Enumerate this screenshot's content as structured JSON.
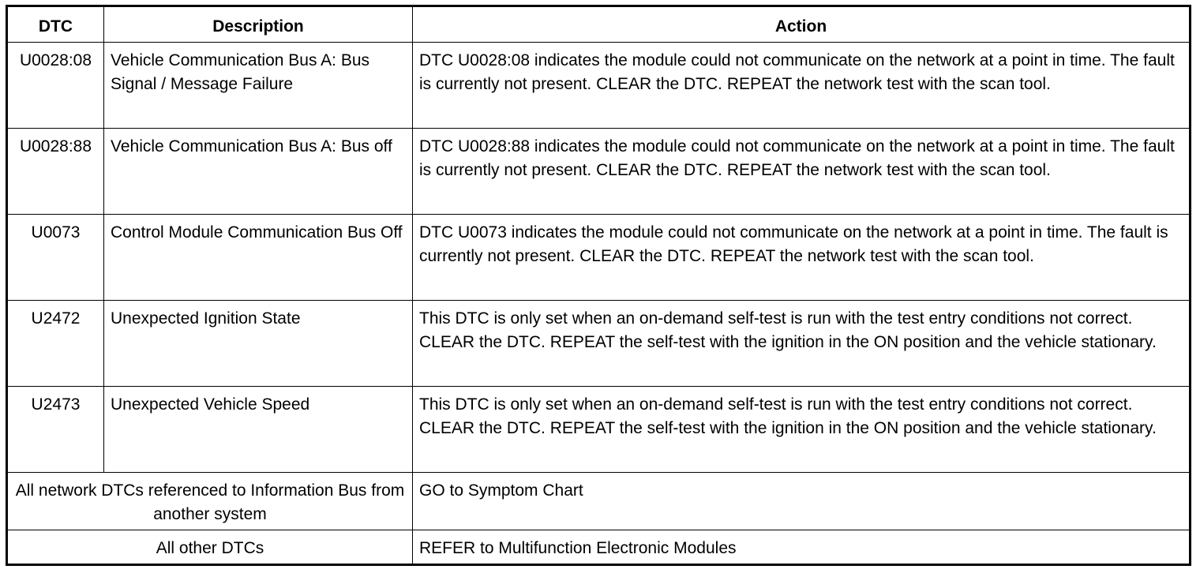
{
  "table": {
    "headers": {
      "dtc": "DTC",
      "description": "Description",
      "action": "Action"
    },
    "rows": [
      {
        "dtc": "U0028:08",
        "description": "Vehicle Communication Bus A: Bus Signal / Message Failure",
        "action": "DTC U0028:08 indicates the module could not communicate on the network at a point in time. The fault is currently not present. CLEAR the DTC. REPEAT the network test with the scan tool."
      },
      {
        "dtc": "U0028:88",
        "description": "Vehicle Communication Bus A: Bus off",
        "action": "DTC U0028:88 indicates the module could not communicate on the network at a point in time. The fault is currently not present. CLEAR the DTC. REPEAT the network test with the scan tool."
      },
      {
        "dtc": "U0073",
        "description": "Control Module Communication Bus Off",
        "action": "DTC U0073 indicates the module could not communicate on the network at a point in time. The fault is currently not present. CLEAR the DTC. REPEAT the network test with the scan tool."
      },
      {
        "dtc": "U2472",
        "description": "Unexpected Ignition State",
        "action": "This DTC is only set when an on-demand self-test is run with the test entry conditions not correct. CLEAR the DTC. REPEAT the self-test with the ignition in the ON position and the vehicle stationary."
      },
      {
        "dtc": "U2473",
        "description": "Unexpected Vehicle Speed",
        "action": "This DTC is only set when an on-demand self-test is run with the test entry conditions not correct. CLEAR the DTC. REPEAT the self-test with the ignition in the ON position and the vehicle stationary."
      }
    ],
    "merged_rows": [
      {
        "label": "All network DTCs referenced to Information Bus from another system",
        "action": "GO to Symptom Chart"
      },
      {
        "label": "All other DTCs",
        "action": "REFER to Multifunction Electronic Modules"
      }
    ]
  }
}
